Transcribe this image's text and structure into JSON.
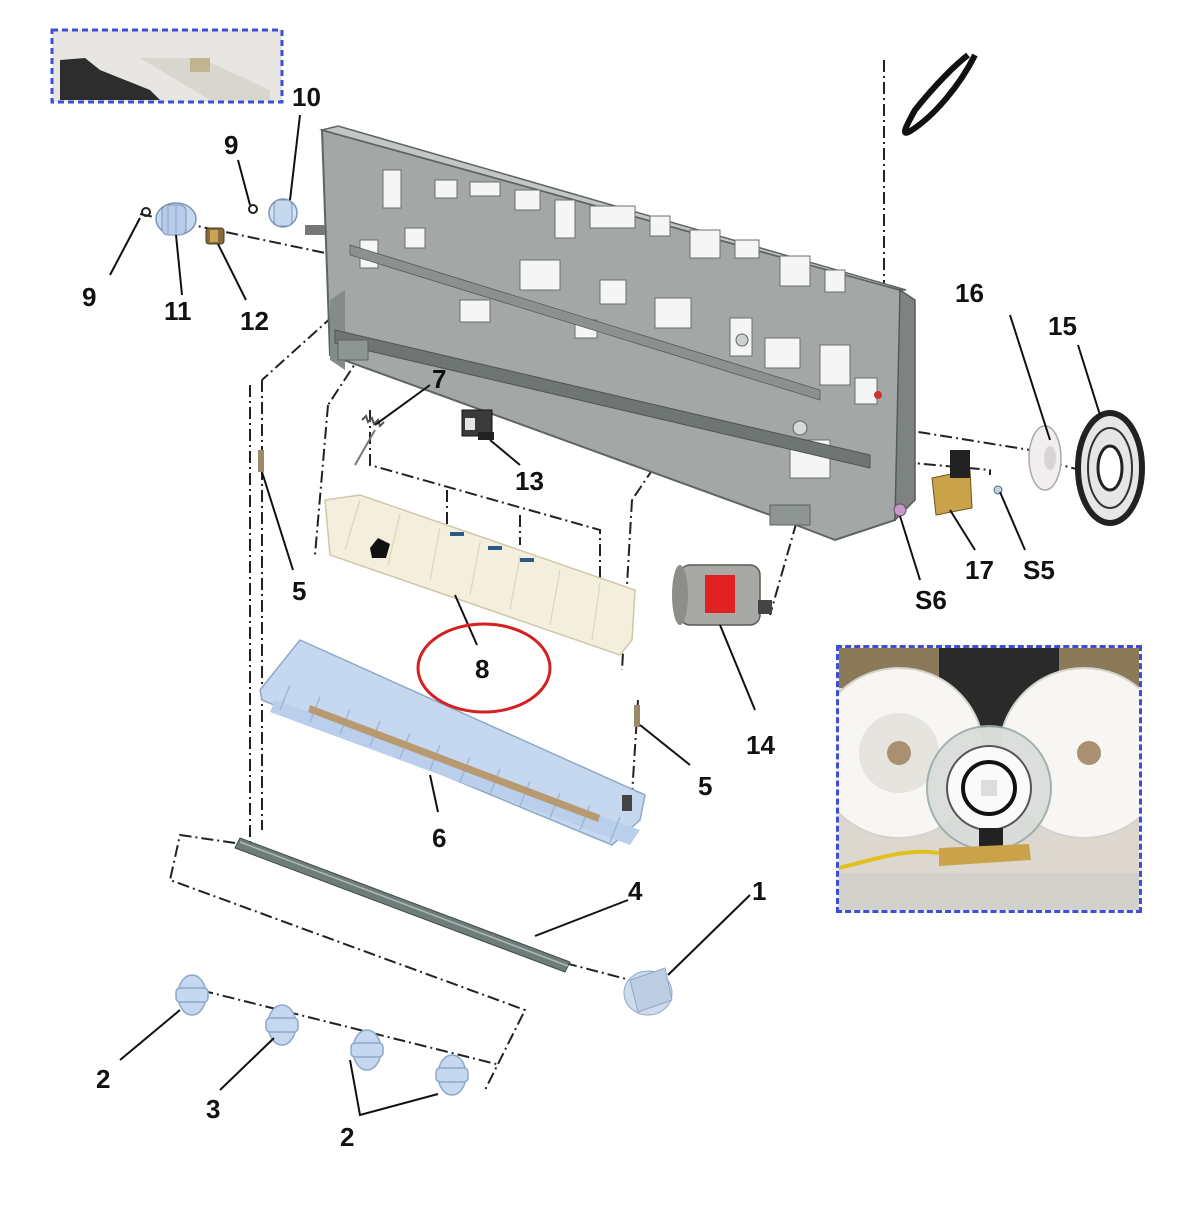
{
  "diagram": {
    "callouts": [
      {
        "id": "c10",
        "text": "10"
      },
      {
        "id": "c9a",
        "text": "9"
      },
      {
        "id": "c9b",
        "text": "9"
      },
      {
        "id": "c11",
        "text": "11"
      },
      {
        "id": "c12",
        "text": "12"
      },
      {
        "id": "c7",
        "text": "7"
      },
      {
        "id": "c13",
        "text": "13"
      },
      {
        "id": "c16",
        "text": "16"
      },
      {
        "id": "c15",
        "text": "15"
      },
      {
        "id": "c17",
        "text": "17"
      },
      {
        "id": "cs5",
        "text": "S5"
      },
      {
        "id": "cs6",
        "text": "S6"
      },
      {
        "id": "c5a",
        "text": "5"
      },
      {
        "id": "c5b",
        "text": "5"
      },
      {
        "id": "c8",
        "text": "8"
      },
      {
        "id": "c14",
        "text": "14"
      },
      {
        "id": "c6",
        "text": "6"
      },
      {
        "id": "c4",
        "text": "4"
      },
      {
        "id": "c1",
        "text": "1"
      },
      {
        "id": "c2a",
        "text": "2"
      },
      {
        "id": "c3",
        "text": "3"
      },
      {
        "id": "c2b",
        "text": "2"
      }
    ],
    "highlight": {
      "target": "8",
      "color": "#d42020"
    },
    "colors": {
      "frame": "#9ea3a2",
      "frame_dark": "#6e7472",
      "part_blue": "#c5d8ef",
      "part_cream": "#f3efdc",
      "inset_border": "#3d4fd6",
      "leader": "#222222",
      "motor_label": "#e02222"
    }
  }
}
